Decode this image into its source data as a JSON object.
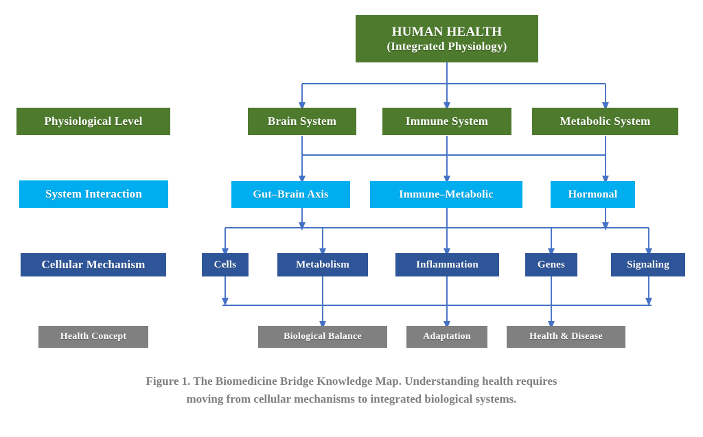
{
  "figure": {
    "title_node": {
      "title": "HUMAN HEALTH",
      "subtitle": "(Integrated Physiology)"
    },
    "row_labels": [
      {
        "label": "Physiological Level",
        "color": "#4E7A2E"
      },
      {
        "label": "System Interaction",
        "color": "#00AEEF"
      },
      {
        "label": "Cellular Mechanism",
        "color": "#2E5597"
      },
      {
        "label": "Health Concept",
        "color": "#808080"
      }
    ],
    "physiological_level": [
      {
        "label": "Brain System"
      },
      {
        "label": "Immune System"
      },
      {
        "label": "Metabolic System"
      }
    ],
    "system_interaction": [
      {
        "label": "Gut–Brain Axis"
      },
      {
        "label": "Immune–Metabolic"
      },
      {
        "label": "Hormonal"
      }
    ],
    "cellular_mechanism": [
      {
        "label": "Cells"
      },
      {
        "label": "Metabolism"
      },
      {
        "label": "Inflammation"
      },
      {
        "label": "Genes"
      },
      {
        "label": "Signaling"
      }
    ],
    "health_concept": [
      {
        "label": "Biological Balance"
      },
      {
        "label": "Adaptation"
      },
      {
        "label": "Health & Disease"
      }
    ],
    "caption": {
      "line1": "Figure 1. The Biomedicine Bridge Knowledge Map. Understanding health requires",
      "line2": "moving from cellular mechanisms to integrated biological systems."
    },
    "colors": {
      "green": "#4E7A2E",
      "cyan": "#00AEEF",
      "navy": "#2E5597",
      "gray": "#808080",
      "connector": "#4472C4",
      "caption_text": "#808080",
      "background": "#FFFFFF"
    }
  }
}
